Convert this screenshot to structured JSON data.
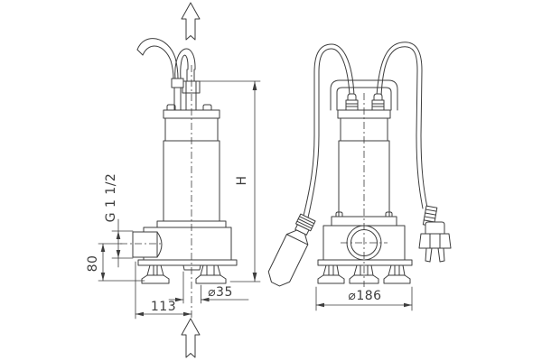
{
  "drawing": {
    "background_color": "#ffffff",
    "line_color": "#3d3d3d",
    "labels": {
      "thread_size": "G 1 1/2",
      "outlet_height": "80",
      "outlet_offset": "113",
      "inlet_diameter": "⌀35",
      "overall_height": "H",
      "base_diameter": "⌀186"
    }
  }
}
